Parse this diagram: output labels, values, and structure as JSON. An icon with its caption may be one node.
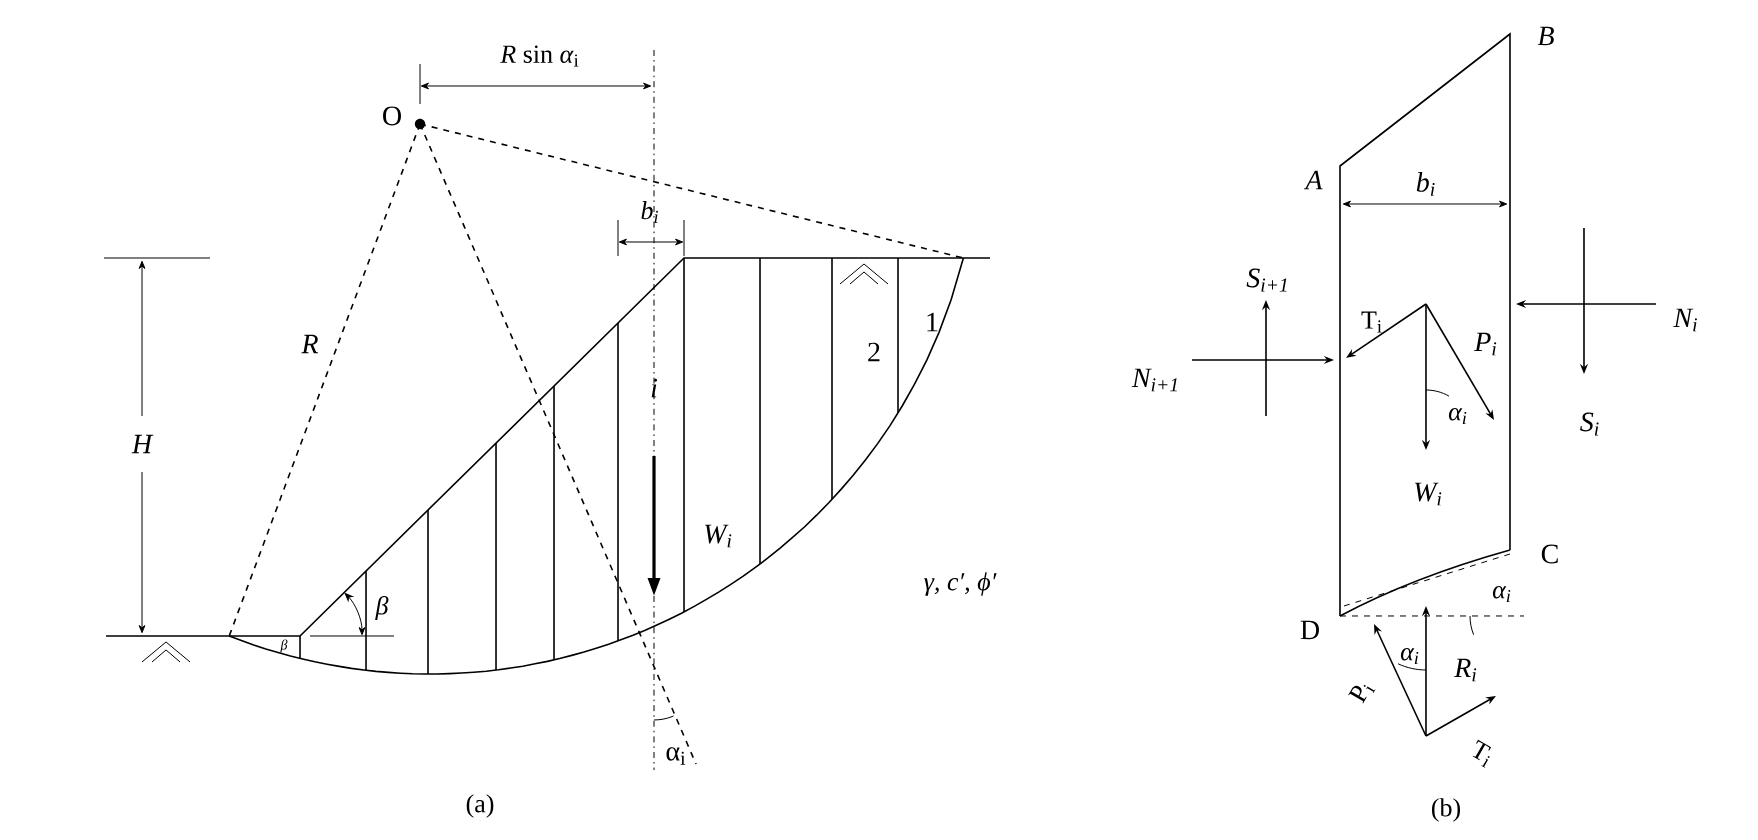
{
  "diagram": {
    "labels": [
      "*R* sin *α*$_{i}$",
      "O",
      "b$_{i}$",
      "H",
      "R",
      "i",
      "2",
      "1",
      "W$_{i}$",
      "β",
      "β",
      "γ, c′, ϕ′",
      "α$_{i}$",
      "(a)",
      "B",
      "A",
      "b$_{i}$",
      "S$_{i+1}$",
      "T$_{i}$",
      "P$_{i}$",
      "N$_{i}$",
      "N$_{i+1}$",
      "α$_{i}$",
      "S$_{i}$",
      "W$_{i}$",
      "C",
      "α$_{i}$",
      "D",
      "α$_{i}$",
      "P$_{i}$",
      "R$_{i}$",
      "T$_{i}$",
      "(b)"
    ]
  }
}
